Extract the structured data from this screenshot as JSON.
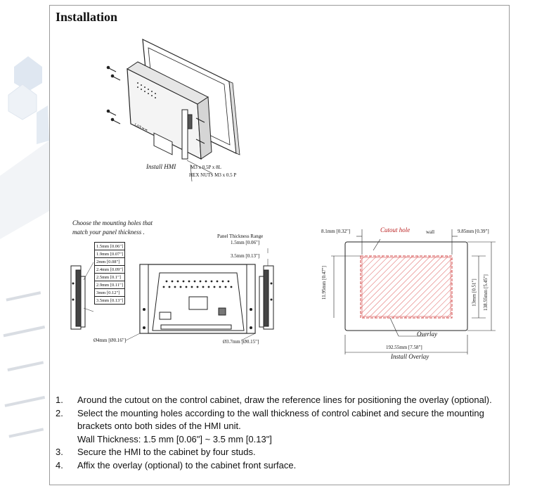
{
  "heading": "Installation",
  "figure1": {
    "caption": "Install HMI",
    "screw_label": "M3 x 0.5P x 8L",
    "nut_label": "HEX NUTS M3 x 0.5 P"
  },
  "figure2": {
    "instruction_line1": "Choose the mounting holes that",
    "instruction_line2": "match your panel thickness .",
    "range_title": "Panel Thickness Range",
    "range_min": "1.5mm [0.06\"]",
    "range_max": "3.5mm [0.13\"]",
    "thickness_options": [
      "1.5mm [0.06\"]",
      "1.9mm [0.07\"]",
      "2mm [0.08\"]",
      "2.4mm [0.09\"]",
      "2.5mm [0.1\"]",
      "2.9mm [0.11\"]",
      "3mm [0.12\"]",
      "3.5mm [0.13\"]"
    ],
    "hole_left": "Ø4mm [Ø0.16\"]",
    "hole_right": "Ø3.7mm [Ø0.15\"]"
  },
  "figure3": {
    "dim_left_top": "8.1mm [0.32\"]",
    "cutout_hole": "Cutout hole",
    "wall": "wall",
    "dim_right_top": "9.85mm [0.39\"]",
    "dim_left_side": "11.95mm [0.47\"]",
    "dim_inner_height": "13mm [0.51\"]",
    "dim_outer_height": "138.55mm [5.45\"]",
    "overlay": "Overlay",
    "dim_width": "192.55mm [7.58\"]",
    "caption": "Install Overlay"
  },
  "steps": [
    {
      "num": "1.",
      "text": "Around the cutout on the control cabinet, draw the reference lines for positioning the overlay (optional)."
    },
    {
      "num": "2.",
      "text": "Select the mounting holes according to the wall thickness of control cabinet and secure the mounting brackets onto both sides of the HMI unit.",
      "sub": "Wall Thickness: 1.5 mm [0.06\"] ~ 3.5 mm [0.13\"]"
    },
    {
      "num": "3.",
      "text": "Secure the HMI to the cabinet by four studs."
    },
    {
      "num": "4.",
      "text": "Affix the overlay (optional) to the cabinet front surface."
    }
  ]
}
